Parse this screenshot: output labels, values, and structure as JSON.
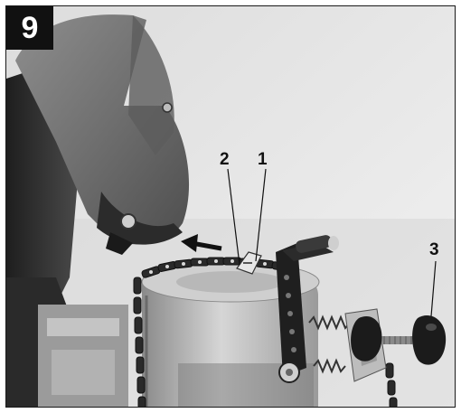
{
  "figure": {
    "number": "9",
    "callouts": {
      "c1": "1",
      "c2": "2",
      "c3": "3"
    }
  },
  "colors": {
    "background": "#e9e9e9",
    "badge": "#111111",
    "outline": "#1a1a1a"
  }
}
